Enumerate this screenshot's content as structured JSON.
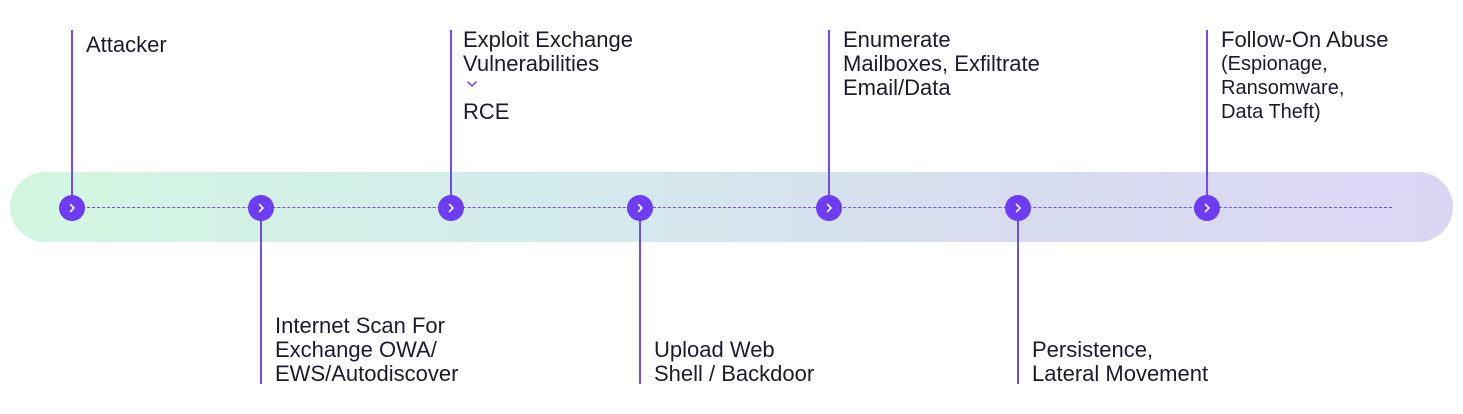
{
  "steps": [
    {
      "id": "attacker",
      "lines": [
        "Attacker"
      ]
    },
    {
      "id": "scan",
      "lines": [
        "Internet Scan For",
        "Exchange OWA/",
        "EWS/Autodiscover"
      ]
    },
    {
      "id": "exploit",
      "lines": [
        "Exploit Exchange",
        "Vulnerabilities"
      ],
      "sub": "RCE"
    },
    {
      "id": "webshell",
      "lines": [
        "Upload Web",
        "Shell / Backdoor"
      ]
    },
    {
      "id": "enumerate",
      "lines": [
        "Enumerate",
        "Mailboxes, Exfiltrate",
        "Email/Data"
      ]
    },
    {
      "id": "persistence",
      "lines": [
        "Persistence,",
        "Lateral Movement"
      ]
    },
    {
      "id": "followon",
      "lines": [
        "Follow-On Abuse"
      ],
      "small": [
        "(Espionage,",
        "Ransomware,",
        "Data Theft)"
      ]
    }
  ],
  "colors": {
    "accent": "#6f3cf5",
    "track_start": "#d2f7e0",
    "track_end": "#dcd6f5",
    "text": "#1c1b2e"
  },
  "icons": {
    "node": "chevron-right-icon",
    "between": "chevron-down-icon"
  }
}
